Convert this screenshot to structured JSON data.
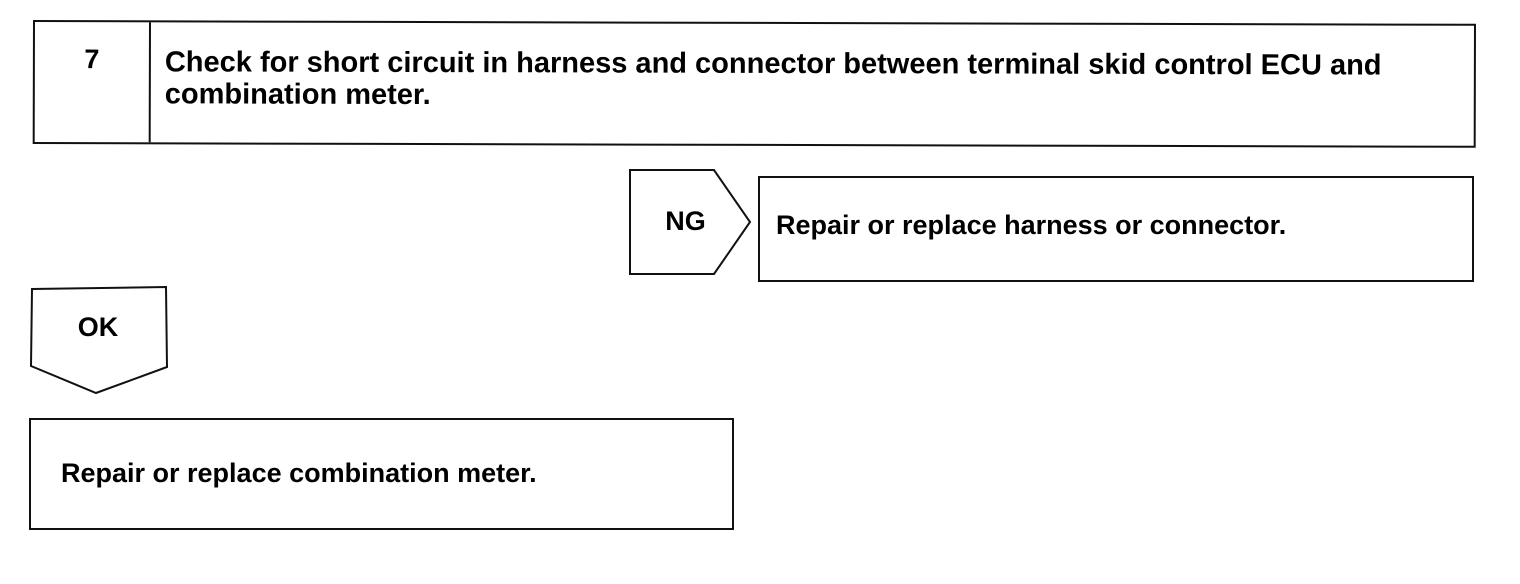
{
  "step": {
    "number": "7",
    "text": "Check for short circuit in harness and connector between terminal skid control ECU and combination meter."
  },
  "branches": {
    "ng": {
      "tag": "NG",
      "action": "Repair or replace harness or connector."
    },
    "ok": {
      "tag": "OK",
      "action": "Repair or replace combination meter."
    }
  }
}
